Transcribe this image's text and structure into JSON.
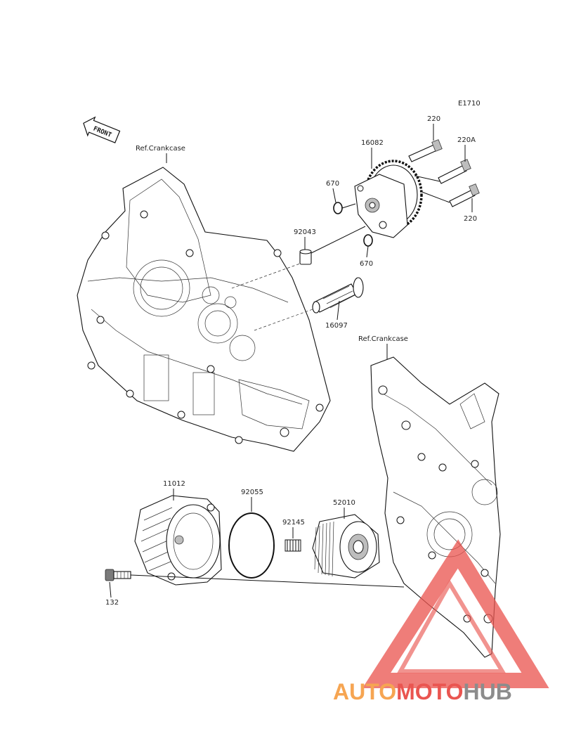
{
  "diagram": {
    "code": "E1710",
    "front_label": "FRONT",
    "ref_crankcase_left": "Ref.Crankcase",
    "ref_crankcase_right": "Ref.Crankcase"
  },
  "parts": {
    "bolt_220_top": "220",
    "bolt_220a": "220A",
    "bolt_220_bottom": "220",
    "oil_pump": "16082",
    "oring_670_upper": "670",
    "oring_670_lower": "670",
    "dowel_pin": "92043",
    "oil_screen": "16097",
    "filter_cover": "11012",
    "oring_92055": "92055",
    "spring": "92145",
    "oil_filter": "52010",
    "cover_bolt": "132"
  },
  "watermark": {
    "auto": "AUTO",
    "moto": "MOTO",
    "hub": "HUB",
    "colors": {
      "auto": "#f6a552",
      "moto": "#ea5550",
      "hub": "#8c8c8c",
      "triangle": "#ea5550"
    }
  }
}
